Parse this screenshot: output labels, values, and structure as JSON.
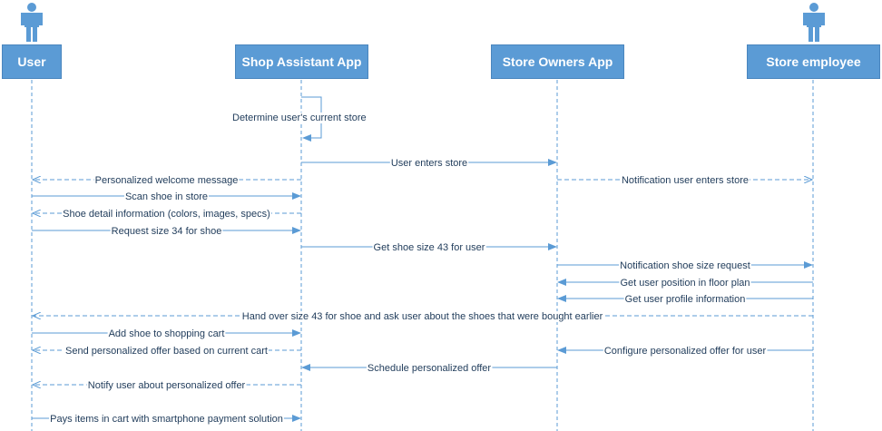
{
  "participants": [
    {
      "id": "user",
      "label": "User",
      "actor": true
    },
    {
      "id": "app",
      "label": "Shop Assistant App",
      "actor": false
    },
    {
      "id": "owners",
      "label": "Store Owners App",
      "actor": false
    },
    {
      "id": "employee",
      "label": "Store employee",
      "actor": true
    }
  ],
  "self_message": {
    "participant": "app",
    "label": "Determine user's current store"
  },
  "messages": [
    {
      "from": "app",
      "to": "owners",
      "label": "User enters store",
      "style": "solid"
    },
    {
      "from": "app",
      "to": "user",
      "label": "Personalized welcome message",
      "style": "dashed"
    },
    {
      "from": "owners",
      "to": "employee",
      "label": "Notification user enters store",
      "style": "dashed"
    },
    {
      "from": "user",
      "to": "app",
      "label": "Scan shoe in store",
      "style": "solid"
    },
    {
      "from": "app",
      "to": "user",
      "label": "Shoe detail information (colors, images, specs)",
      "style": "dashed"
    },
    {
      "from": "user",
      "to": "app",
      "label": "Request size 34 for shoe",
      "style": "solid"
    },
    {
      "from": "app",
      "to": "owners",
      "label": "Get shoe size 43 for user",
      "style": "solid"
    },
    {
      "from": "owners",
      "to": "employee",
      "label": "Notification shoe size request",
      "style": "solid"
    },
    {
      "from": "employee",
      "to": "owners",
      "label": "Get user position in floor plan",
      "style": "solid"
    },
    {
      "from": "employee",
      "to": "owners",
      "label": "Get user profile information",
      "style": "solid"
    },
    {
      "from": "employee",
      "to": "user",
      "label": "Hand over size 43 for shoe  and ask user about the shoes that were bought earlier",
      "style": "dashed"
    },
    {
      "from": "user",
      "to": "app",
      "label": "Add shoe  to shopping cart",
      "style": "solid"
    },
    {
      "from": "app",
      "to": "user",
      "label": "Send personalized offer based on current cart",
      "style": "dashed"
    },
    {
      "from": "employee",
      "to": "owners",
      "label": "Configure personalized offer for user",
      "style": "solid"
    },
    {
      "from": "owners",
      "to": "app",
      "label": "Schedule personalized offer",
      "style": "solid"
    },
    {
      "from": "app",
      "to": "user",
      "label": "Notify user  about personalized offer",
      "style": "dashed"
    },
    {
      "from": "user",
      "to": "app",
      "label": "Pays items in cart with smartphone payment solution",
      "style": "solid"
    }
  ],
  "colors": {
    "box": "#5B9BD5",
    "line": "#5B9BD5",
    "actor": "#5B9BD5",
    "text": "#1f3b5a"
  }
}
